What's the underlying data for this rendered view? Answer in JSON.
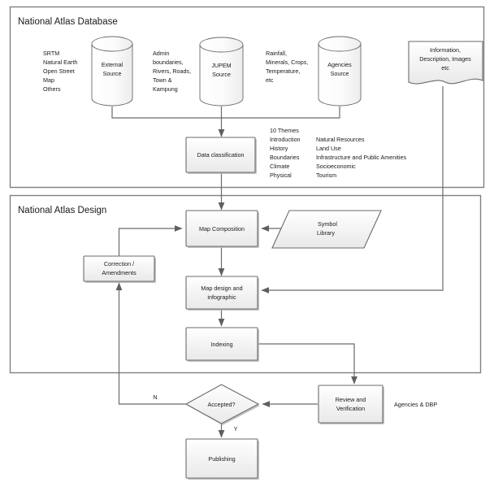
{
  "diagram": {
    "title_top": "National Atlas Database",
    "title_bottom": "National Atlas Design",
    "sources": {
      "external": {
        "line1": "External",
        "line2": "Source"
      },
      "jupem": {
        "line1": "JUPEM",
        "line2": "Source"
      },
      "agencies": {
        "line1": "Agencies",
        "line2": "Source"
      }
    },
    "source_notes": {
      "external_note": [
        "SRTM",
        "Natural Earth",
        "Open Street",
        "Map",
        "Others"
      ],
      "jupem_note": [
        "Admin",
        "boundaries,",
        "Rivers, Roads,",
        "Town &",
        "Kampung"
      ],
      "agencies_note": [
        "Rainfall,",
        "Minerals, Crops,",
        "Temperature,",
        "etc"
      ],
      "document_note": [
        "Information,",
        "Description, Images",
        "etc"
      ]
    },
    "processes": {
      "data_classification": "Data classification",
      "map_composition": "Map Composition",
      "map_design": [
        "Map design and",
        "infographic"
      ],
      "indexing": "Indexing",
      "correction": [
        "Correction /",
        "Amendments"
      ],
      "review": [
        "Review and",
        "Verification"
      ],
      "publishing": "Publishing",
      "symbol_library": [
        "Symbol",
        "Library"
      ],
      "decision": "Accepted?"
    },
    "themes": {
      "heading": "10 Themes",
      "left_column": [
        "Introduction",
        "History",
        "Boundaries",
        "Climate",
        "Physical"
      ],
      "right_column": [
        "Natural Resources",
        "Land Use",
        "Infrastructure and Public Amenities",
        "Socioeconomic",
        "Tourism"
      ]
    },
    "edge_labels": {
      "no": "N",
      "yes": "Y",
      "agencies_dbp": "Agencies & DBP"
    },
    "colors": {
      "shape_stroke": "#6b6b6b",
      "frame_stroke": "#808080",
      "shape_fill_top": "#ffffff",
      "shape_fill_bottom": "#ededed",
      "text": "#1a1a1a"
    }
  }
}
